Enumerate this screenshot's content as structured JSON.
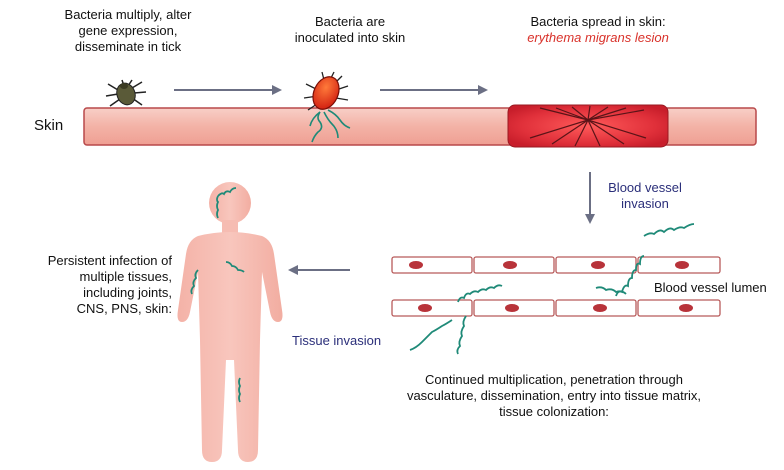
{
  "labels": {
    "tick_stage": [
      "Bacteria multiply, alter",
      "gene expression,",
      "disseminate in tick"
    ],
    "inoculation": [
      "Bacteria are",
      "inoculated into skin"
    ],
    "spread": "Bacteria spread in skin:",
    "lesion": "erythema migrans lesion",
    "skin": "Skin",
    "blood_vessel_invasion": [
      "Blood vessel",
      "invasion"
    ],
    "blood_vessel_lumen": "Blood vessel lumen",
    "tissue_invasion": "Tissue invasion",
    "persistent_infection": [
      "Persistent infection of",
      "multiple tissues,",
      "including joints,",
      "CNS, PNS, skin:"
    ],
    "continued": [
      "Continued multiplication, penetration through",
      "vasculature, dissemination, entry into tissue matrix,",
      "tissue colonization:"
    ]
  },
  "colors": {
    "skin_band": "#f3b8ad",
    "skin_border": "#b8484a",
    "lesion": "#e0303a",
    "spirochete": "#1f8a78",
    "arrow": "#6b6f84",
    "body": "#f6bcb2",
    "cell_border": "#b85a5a",
    "nucleus": "#b8333a",
    "blue_text": "#2b2f7a",
    "red_text": "#d9322b"
  },
  "icons": {
    "tick": "tick-icon",
    "bacterium": "bacterium-icon",
    "spirochete": "spirochete-icon",
    "human": "human-body-icon"
  }
}
